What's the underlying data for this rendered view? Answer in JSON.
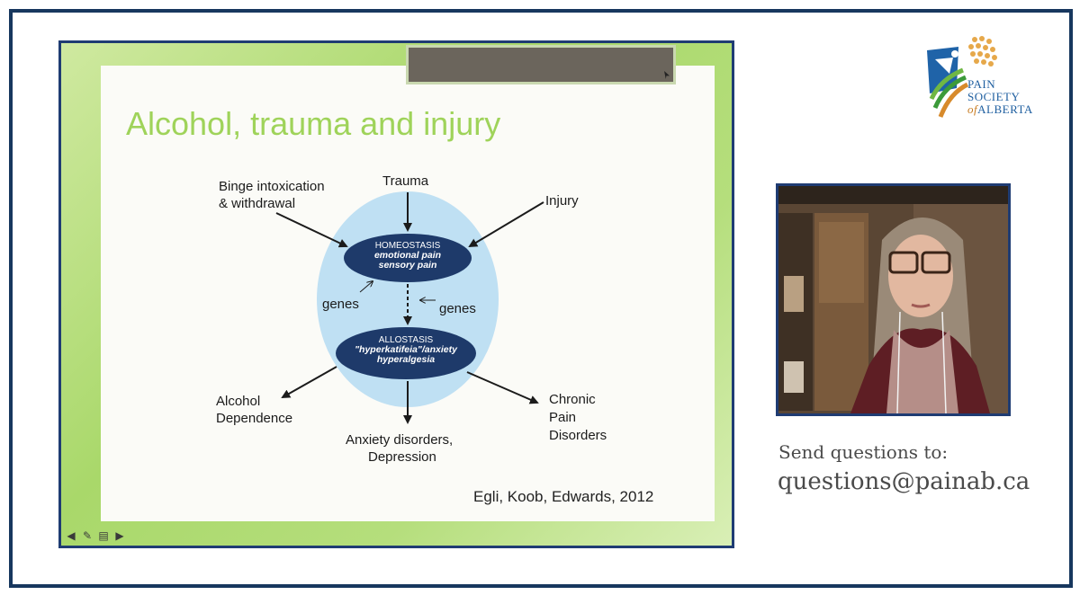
{
  "slide": {
    "title": "Alcohol, trauma and injury",
    "citation": "Egli, Koob, Edwards, 2012",
    "diagram": {
      "inputs": {
        "binge_line1": "Binge intoxication",
        "binge_line2": "& withdrawal",
        "trauma": "Trauma",
        "injury": "Injury"
      },
      "homeostasis": {
        "heading": "HOMEOSTASIS",
        "line1": "emotional pain",
        "line2": "sensory pain"
      },
      "genes_left": "genes",
      "genes_right": "genes",
      "allostasis": {
        "heading": "ALLOSTASIS",
        "line1": "\"hyperkatifeia\"/anxiety",
        "line2": "hyperalgesia"
      },
      "outputs": {
        "alcohol_line1": "Alcohol",
        "alcohol_line2": "Dependence",
        "anxiety_line1": "Anxiety disorders,",
        "anxiety_line2": "Depression",
        "chronic_line1": "Chronic",
        "chronic_line2": "Pain",
        "chronic_line3": "Disorders"
      }
    },
    "controls": [
      "arrow-left-icon",
      "pen-icon",
      "menu-icon",
      "arrow-right-icon"
    ]
  },
  "logo": {
    "line1": "PAIN",
    "line2": "SOCIETY",
    "line3_of": "of",
    "line3": "ALBERTA"
  },
  "questions": {
    "label": "Send questions to:",
    "email": "questions@painab.ca"
  },
  "colors": {
    "frame": "#17375e",
    "title_green": "#9fd35a",
    "oval_navy": "#1e3a6a",
    "ellipse_blue": "#bfe0f3"
  }
}
